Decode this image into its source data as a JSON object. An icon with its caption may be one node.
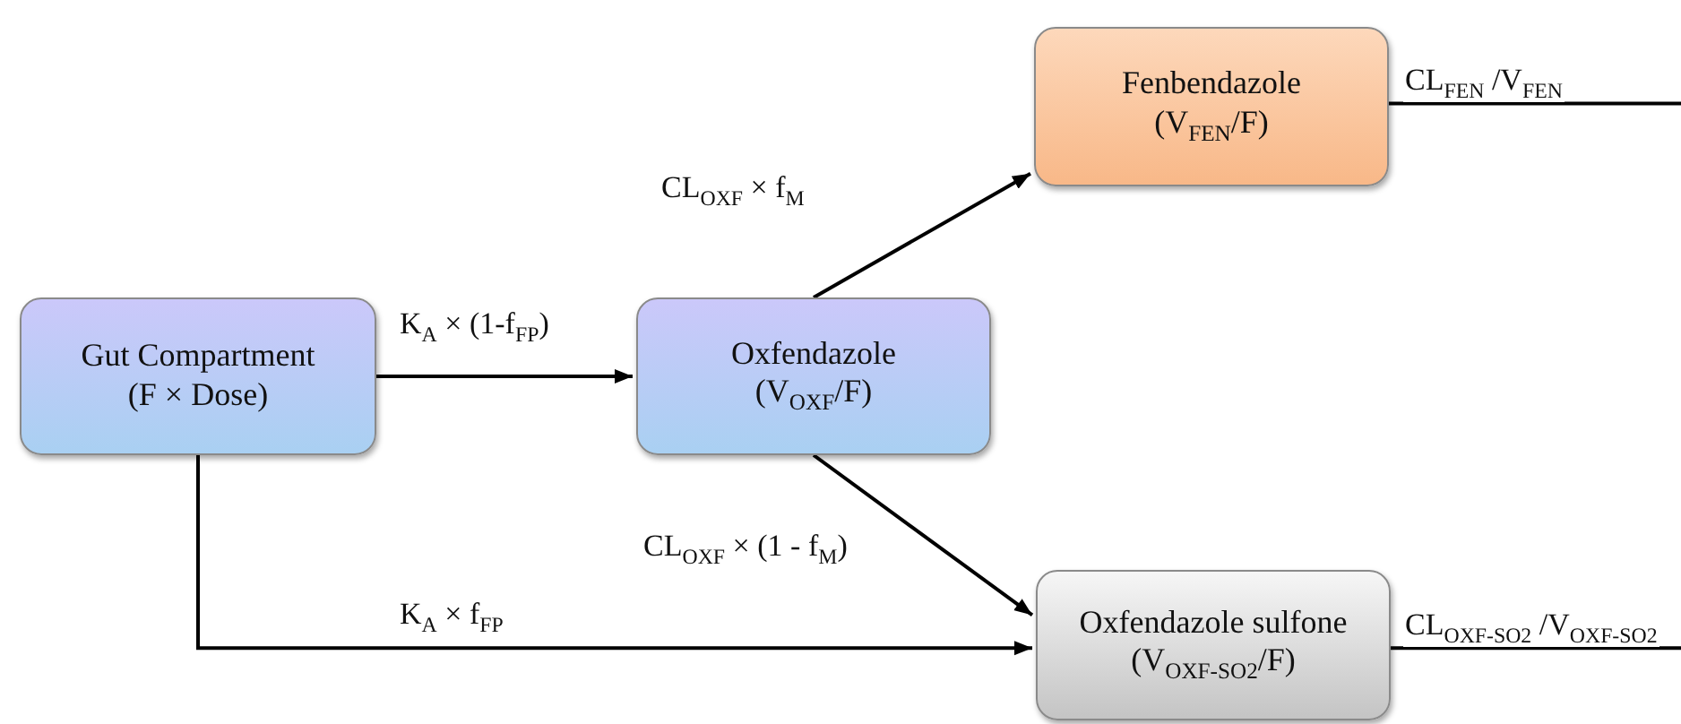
{
  "diagram": {
    "nodes": [
      {
        "text": [
          "Gut Compartment",
          "(F × Dose)"
        ]
      },
      {
        "text": [
          "Oxfendazole",
          "(V$_{OXF}$/F)"
        ]
      },
      {
        "text": [
          "Fenbendazole",
          "(V$_{FEN}$/F)"
        ]
      },
      {
        "text": [
          "Oxfendazole sulfone",
          "(V$_{OXF-SO2}$/F)"
        ]
      }
    ],
    "edges": [
      {
        "from": 0,
        "to": 1,
        "arrow": "to",
        "label": "K$_{A}$ × (1-f$_{FP}$)"
      },
      {
        "from": 0,
        "to": 3,
        "arrow": "to",
        "label": "K$_{A}$ × f$_{FP}$"
      },
      {
        "from": 1,
        "to": 2,
        "arrow": "to",
        "label": "CL$_{OXF}$ × f$_{M}$"
      },
      {
        "from": 1,
        "to": 3,
        "arrow": "to",
        "label": "CL$_{OXF}$ × (1 - f$_{M}$)"
      },
      {
        "from": 2,
        "to": null,
        "arrow": "none",
        "label": "CL$_{FEN}$ /V$_{FEN}$"
      },
      {
        "from": 3,
        "to": null,
        "arrow": "none",
        "label": "CL$_{OXF-SO2}$ /V$_{OXF-SO2}$"
      }
    ]
  }
}
